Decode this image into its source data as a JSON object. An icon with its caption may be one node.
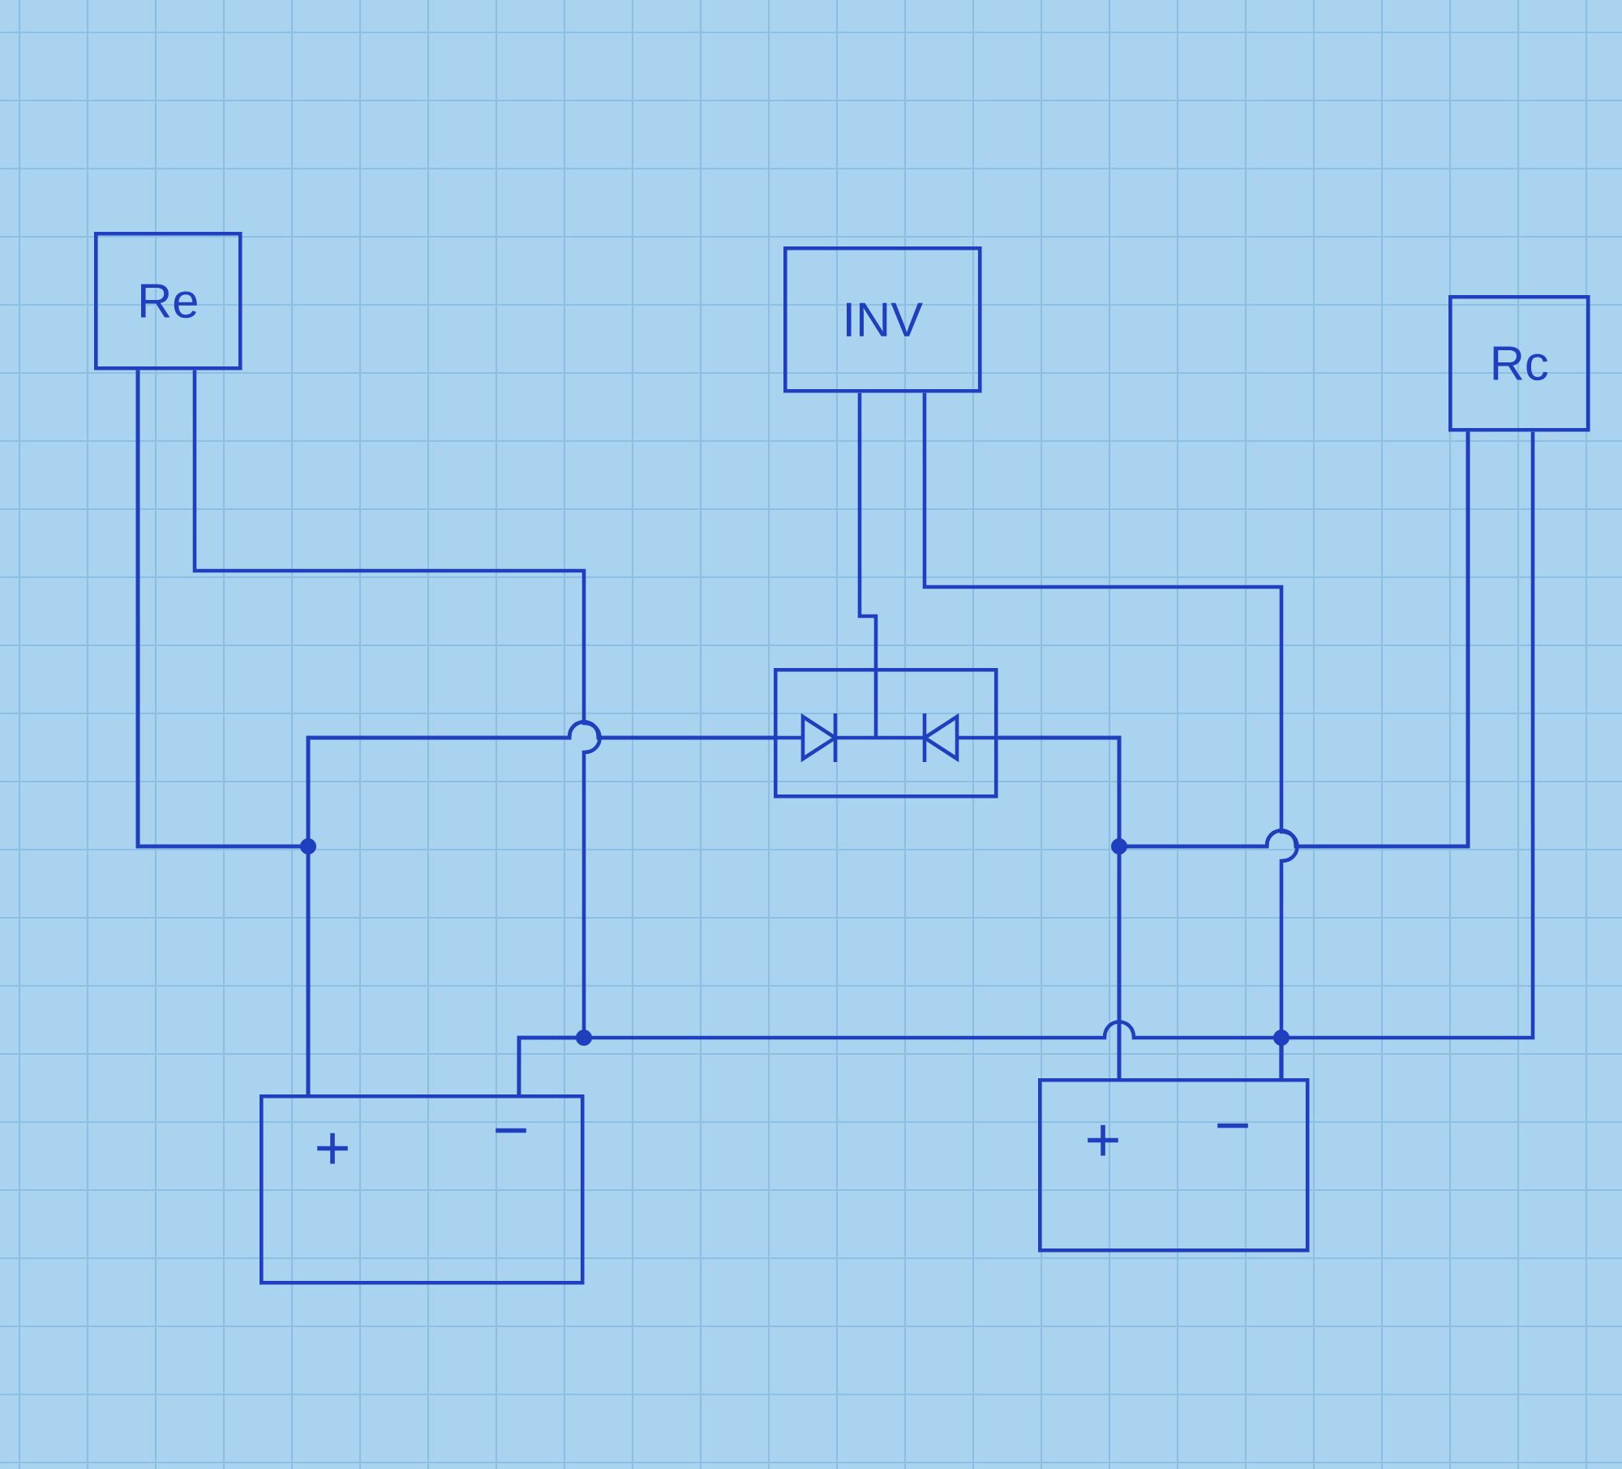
{
  "diagram": {
    "nodes": [
      {
        "text": [
          "Re"
        ]
      },
      {
        "text": [
          "INV"
        ]
      },
      {
        "text": [
          "Rc"
        ]
      },
      {
        "text": [],
        "shape": "box"
      },
      {
        "text": [
          "+",
          "−"
        ]
      },
      {
        "text": [
          "+",
          "−"
        ]
      }
    ],
    "edges": [
      {
        "from": 0,
        "to": 4,
        "arrow": "none"
      },
      {
        "from": 0,
        "to": 3,
        "arrow": "none"
      },
      {
        "from": 4,
        "to": 3,
        "arrow": "none"
      },
      {
        "from": 1,
        "to": 3,
        "arrow": "none"
      },
      {
        "from": 3,
        "to": 5,
        "arrow": "none"
      },
      {
        "from": 3,
        "to": 2,
        "arrow": "none"
      },
      {
        "from": 2,
        "to": 5,
        "arrow": "none"
      },
      {
        "from": 0,
        "to": 4,
        "arrow": "none"
      },
      {
        "from": 4,
        "to": 5,
        "arrow": "none"
      },
      {
        "from": 1,
        "to": 5,
        "arrow": "none"
      },
      {
        "from": 2,
        "to": 5,
        "arrow": "none"
      }
    ]
  }
}
